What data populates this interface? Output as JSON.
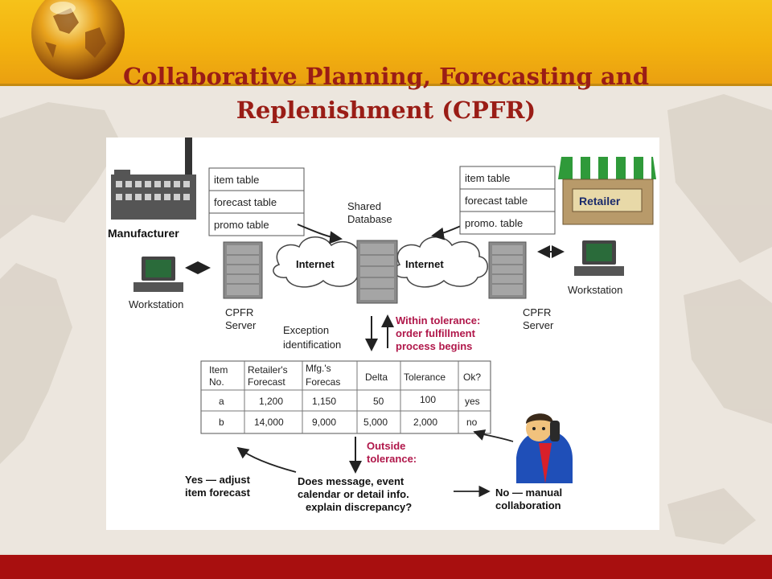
{
  "slide": {
    "title_line1": "Collaborative Planning, Forecasting and",
    "title_line2": "Replenishment (CPFR)"
  },
  "diagram": {
    "manufacturer": {
      "label": "Manufacturer",
      "tables": [
        "item table",
        "forecast table",
        "promo table"
      ],
      "workstation": "Workstation",
      "server_line1": "CPFR",
      "server_line2": "Server"
    },
    "retailer": {
      "sign": "Retailer",
      "tables": [
        "item table",
        "forecast table",
        "promo. table"
      ],
      "workstation": "Workstation",
      "server_line1": "CPFR",
      "server_line2": "Server"
    },
    "shared_db_line1": "Shared",
    "shared_db_line2": "Database",
    "internet_left": "Internet",
    "internet_right": "Internet",
    "exception_line1": "Exception",
    "exception_line2": "identification",
    "within_line1": "Within tolerance:",
    "within_line2": "order fulfillment",
    "within_line3": "process begins",
    "table": {
      "headers": [
        [
          "Item",
          "No."
        ],
        [
          "Retailer's",
          "Forecast"
        ],
        [
          "Mfg.'s",
          "Forecas"
        ],
        [
          "Delta",
          ""
        ],
        [
          "Tolerance",
          ""
        ],
        [
          "Ok?",
          ""
        ]
      ],
      "rows": [
        [
          "a",
          "1,200",
          "1,150",
          "50",
          "100",
          "yes"
        ],
        [
          "b",
          "14,000",
          "9,000",
          "5,000",
          "2,000",
          "no"
        ]
      ]
    },
    "outside_line1": "Outside",
    "outside_line2": "tolerance:",
    "question_line1": "Does message, event",
    "question_line2": "calendar or detail info.",
    "question_line3": "explain discrepancy?",
    "yes_line1": "Yes — adjust",
    "yes_line2": "item forecast",
    "no_line1": "No — manual",
    "no_line2": "collaboration"
  }
}
